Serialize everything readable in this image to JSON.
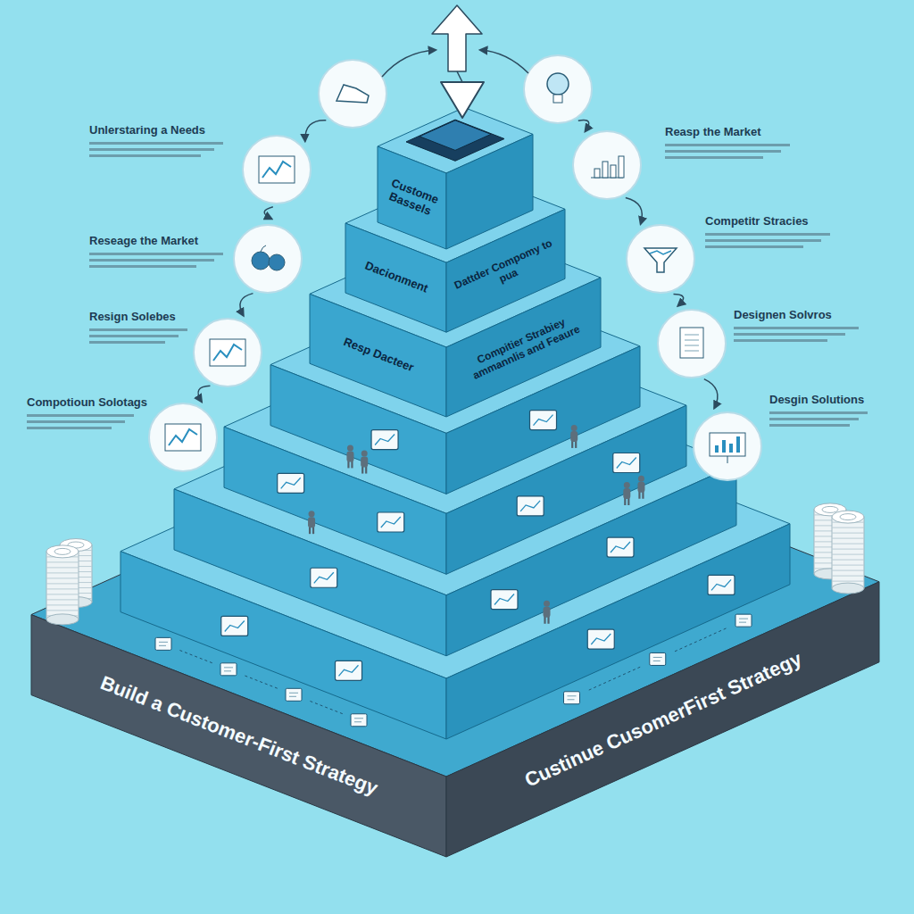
{
  "diagram": {
    "nodes": [
      {
        "text": [
          "Custome Bassels"
        ]
      },
      {
        "text": [
          "Dacionment",
          "Dattder Compomy to pua"
        ]
      },
      {
        "text": [
          "Resp Dacteer",
          "Compitier Strabiey ammannlis and Feaure"
        ]
      },
      {
        "text": [
          "Build a Customer-First Strategy",
          "Custinue CusomerFirst Strategy"
        ]
      }
    ],
    "labels": [
      "Unlerstaring a Needs",
      "Reasp the Market",
      "Reseage the Market",
      "Competitr Stracies",
      "Resign Solebes",
      "Designen Solvros",
      "Compotioun Solotags",
      "Desgin Solutions"
    ]
  }
}
